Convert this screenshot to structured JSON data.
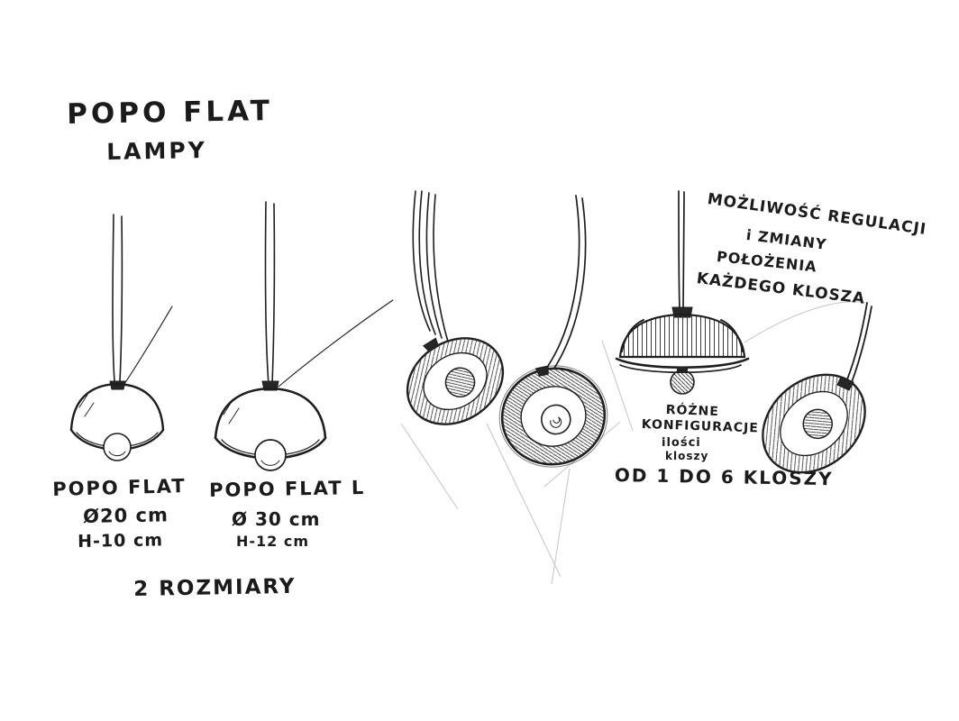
{
  "header": {
    "title": "POPO FLAT",
    "subtitle": "LAMPY"
  },
  "products": [
    {
      "name": "POPO FLAT",
      "diameter": "Ø20 cm",
      "height": "H-10 cm"
    },
    {
      "name": "POPO FLAT L",
      "diameter": "Ø 30 cm",
      "height": "H-12 cm"
    }
  ],
  "notes": {
    "sizes": "2 ROZMIARY",
    "regulation_lines": [
      "MOŻLIWOŚĆ REGULACJI",
      "i ZMIANY",
      "POŁOŻENIA",
      "KAŻDEGO KLOSZA"
    ],
    "configuration_lines": [
      "RÓŻNE",
      "KONFIGURACJE",
      "ilości",
      "kloszy"
    ],
    "count": "OD 1 DO 6 KLOSZY"
  },
  "colors": {
    "ink": "#1e1e1e",
    "faint": "#c9c9c9",
    "paper": "#ffffff"
  }
}
